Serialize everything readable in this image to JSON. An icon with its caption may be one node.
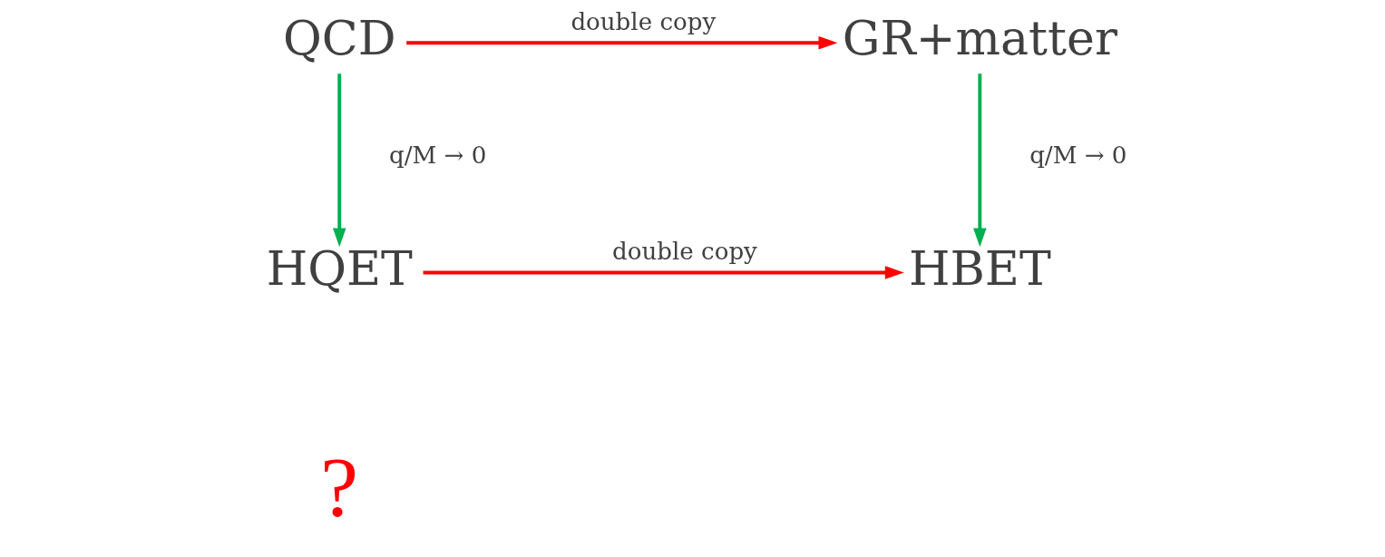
{
  "diagram": {
    "nodes": [
      {
        "text": [
          "QCD"
        ]
      },
      {
        "text": [
          "GR+matter"
        ]
      },
      {
        "text": [
          "HQET"
        ]
      },
      {
        "text": [
          "HBET"
        ]
      }
    ],
    "edges": [
      {
        "from": 0,
        "to": 1,
        "arrow": "to",
        "label": "double copy",
        "color": "#ff0000"
      },
      {
        "from": 0,
        "to": 2,
        "arrow": "to",
        "label": "q/M → 0",
        "color": "#00b050"
      },
      {
        "from": 1,
        "to": 3,
        "arrow": "to",
        "label": "q/M → 0",
        "color": "#00b050"
      },
      {
        "from": 2,
        "to": 3,
        "arrow": "to",
        "label": "double copy",
        "color": "#ff0000"
      }
    ],
    "labels": [
      "?"
    ]
  }
}
